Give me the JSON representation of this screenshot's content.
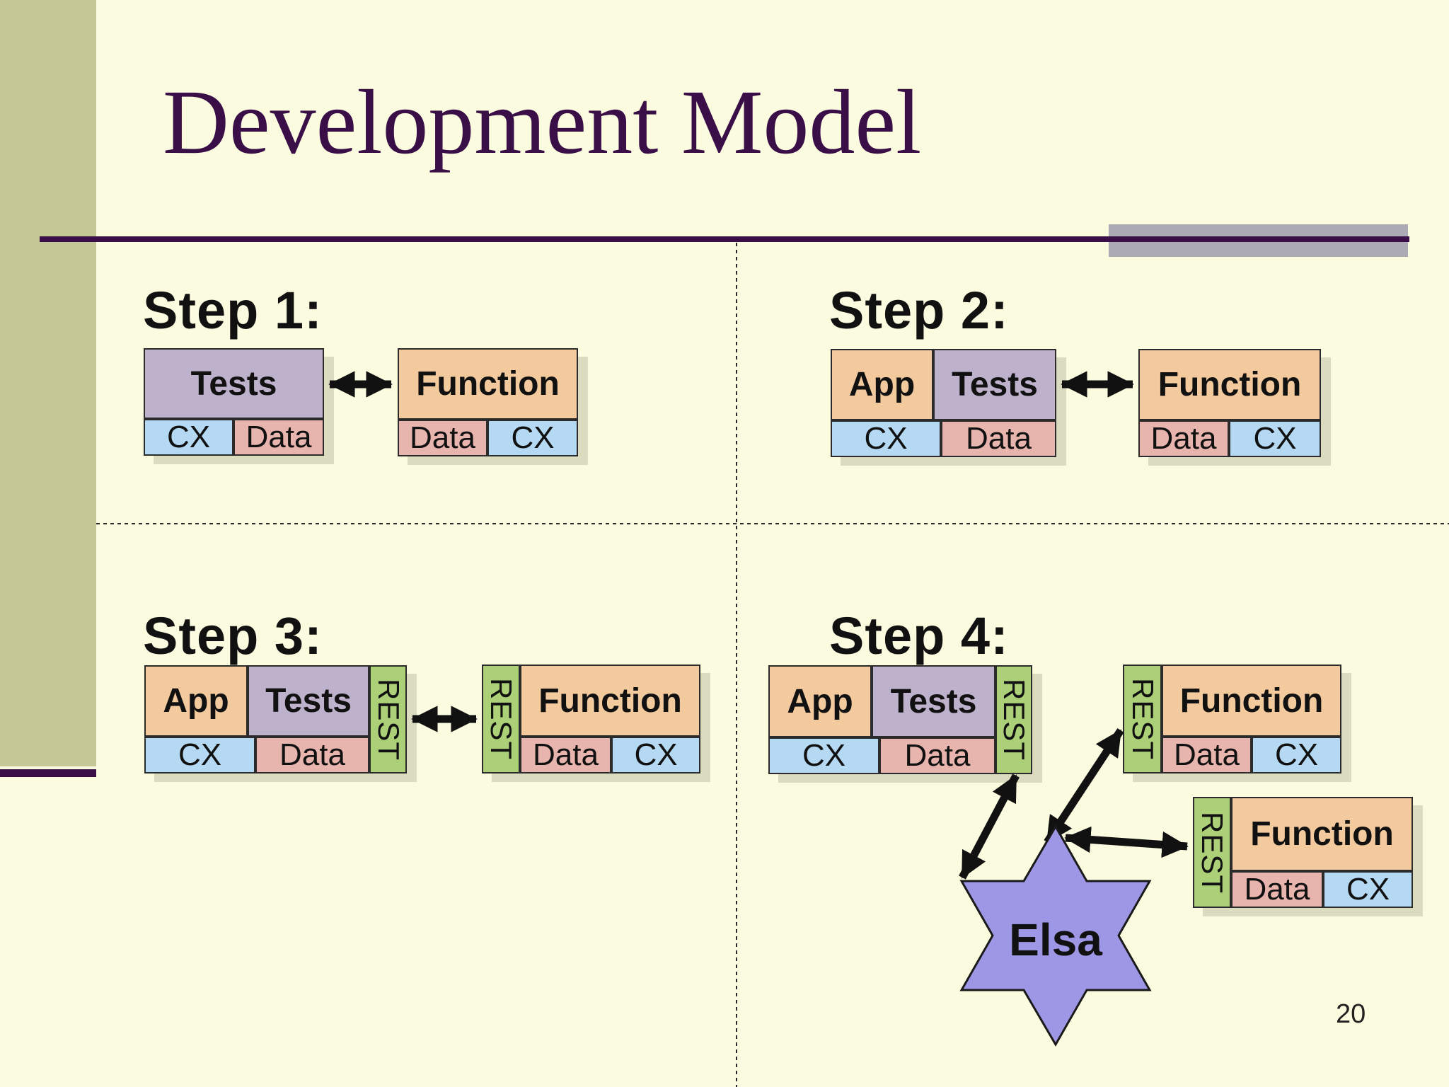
{
  "slide": {
    "title": "Development Model",
    "page_number": "20"
  },
  "steps": [
    {
      "label": "Step 1:"
    },
    {
      "label": "Step 2:"
    },
    {
      "label": "Step 3:"
    },
    {
      "label": "Step 4:"
    }
  ],
  "labels": {
    "app": "App",
    "tests": "Tests",
    "function": "Function",
    "cx": "CX",
    "data": "Data",
    "rest": "REST",
    "star": "Elsa"
  },
  "colors": {
    "background": "#FBFBDF",
    "sidebar_olive": "#C4C795",
    "accent_purple": "#3A0E47",
    "accent_gray": "#ACABB5",
    "app_orange": "#F3CA9E",
    "tests_lavender": "#BDB1CB",
    "cx_blue": "#B5D9F3",
    "data_pink": "#E7B4AE",
    "rest_green": "#ABD078",
    "star_purple": "#9E97E6",
    "text_black": "#111111"
  }
}
